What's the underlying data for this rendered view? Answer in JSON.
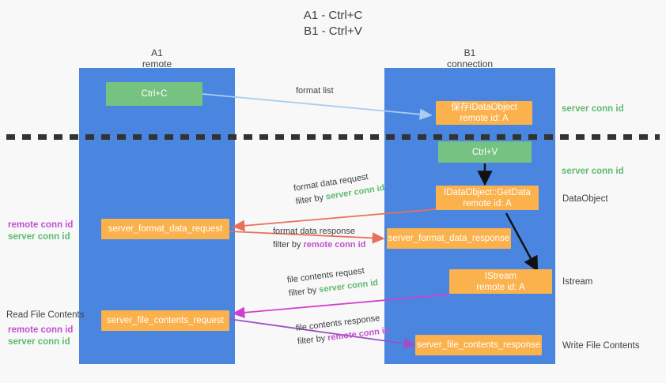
{
  "title": {
    "line1": "A1 - Ctrl+C",
    "line2": "B1 - Ctrl+V"
  },
  "columns": [
    {
      "name": "A1",
      "sub": "remote"
    },
    {
      "name": "B1",
      "sub": "connection"
    }
  ],
  "colors": {
    "lane": "#4a86e0",
    "green_box": "#76c281",
    "orange_box": "#fbb14c",
    "server_conn_id": "#5fba6e",
    "remote_conn_id": "#c24fd0",
    "arrow_blue": "#a8cdf0",
    "arrow_red": "#e8705a",
    "arrow_magenta": "#d13fd1",
    "arrow_purple": "#9b51c7",
    "arrow_black": "#000000",
    "background": "#f8f8f8",
    "divider": "#333333"
  },
  "nodes": {
    "ctrl_c": {
      "label": "Ctrl+C",
      "type": "green"
    },
    "save_idataobject": {
      "line1": "保存IDataObject",
      "line2": "remote id: A",
      "type": "orange"
    },
    "ctrl_v": {
      "label": "Ctrl+V",
      "type": "green"
    },
    "getdata": {
      "line1": "IDataObject::GetData",
      "line2": "remote id: A",
      "type": "orange"
    },
    "server_format_data_request": {
      "label": "server_format_data_request",
      "type": "orange"
    },
    "server_format_data_response": {
      "label": "server_format_data_response",
      "type": "orange"
    },
    "istream": {
      "line1": "IStream",
      "line2": "remote id: A",
      "type": "orange"
    },
    "server_file_contents_request": {
      "label": "server_file_contents_request",
      "type": "orange"
    },
    "server_file_contents_response": {
      "label": "server_file_contents_response",
      "type": "orange"
    }
  },
  "edge_labels": {
    "format_list": {
      "text": "format list"
    },
    "format_data_request": {
      "line1": "format data request",
      "filter_prefix": "filter by ",
      "filter_value": "server conn id",
      "filter_color": "green"
    },
    "format_data_response": {
      "line1": "format data response",
      "filter_prefix": "filter by ",
      "filter_value": "remote conn id",
      "filter_color": "magenta"
    },
    "file_contents_request": {
      "line1": "file contents request",
      "filter_prefix": "filter by ",
      "filter_value": "server conn id",
      "filter_color": "green"
    },
    "file_contents_response": {
      "line1": "file contents response",
      "filter_prefix": "filter by ",
      "filter_value": "remote conn id",
      "filter_color": "magenta"
    }
  },
  "right_labels": {
    "server_conn_id_top": "server conn id",
    "server_conn_id_mid": "server conn id",
    "dataobject": "DataObject",
    "istream": "Istream",
    "write_file_contents": "Write File Contents"
  },
  "left_labels": {
    "conn_ids_upper": {
      "remote": "remote conn id",
      "server": "server conn id"
    },
    "read_file_contents": "Read File Contents",
    "conn_ids_lower": {
      "remote": "remote conn id",
      "server": "server conn id"
    }
  }
}
